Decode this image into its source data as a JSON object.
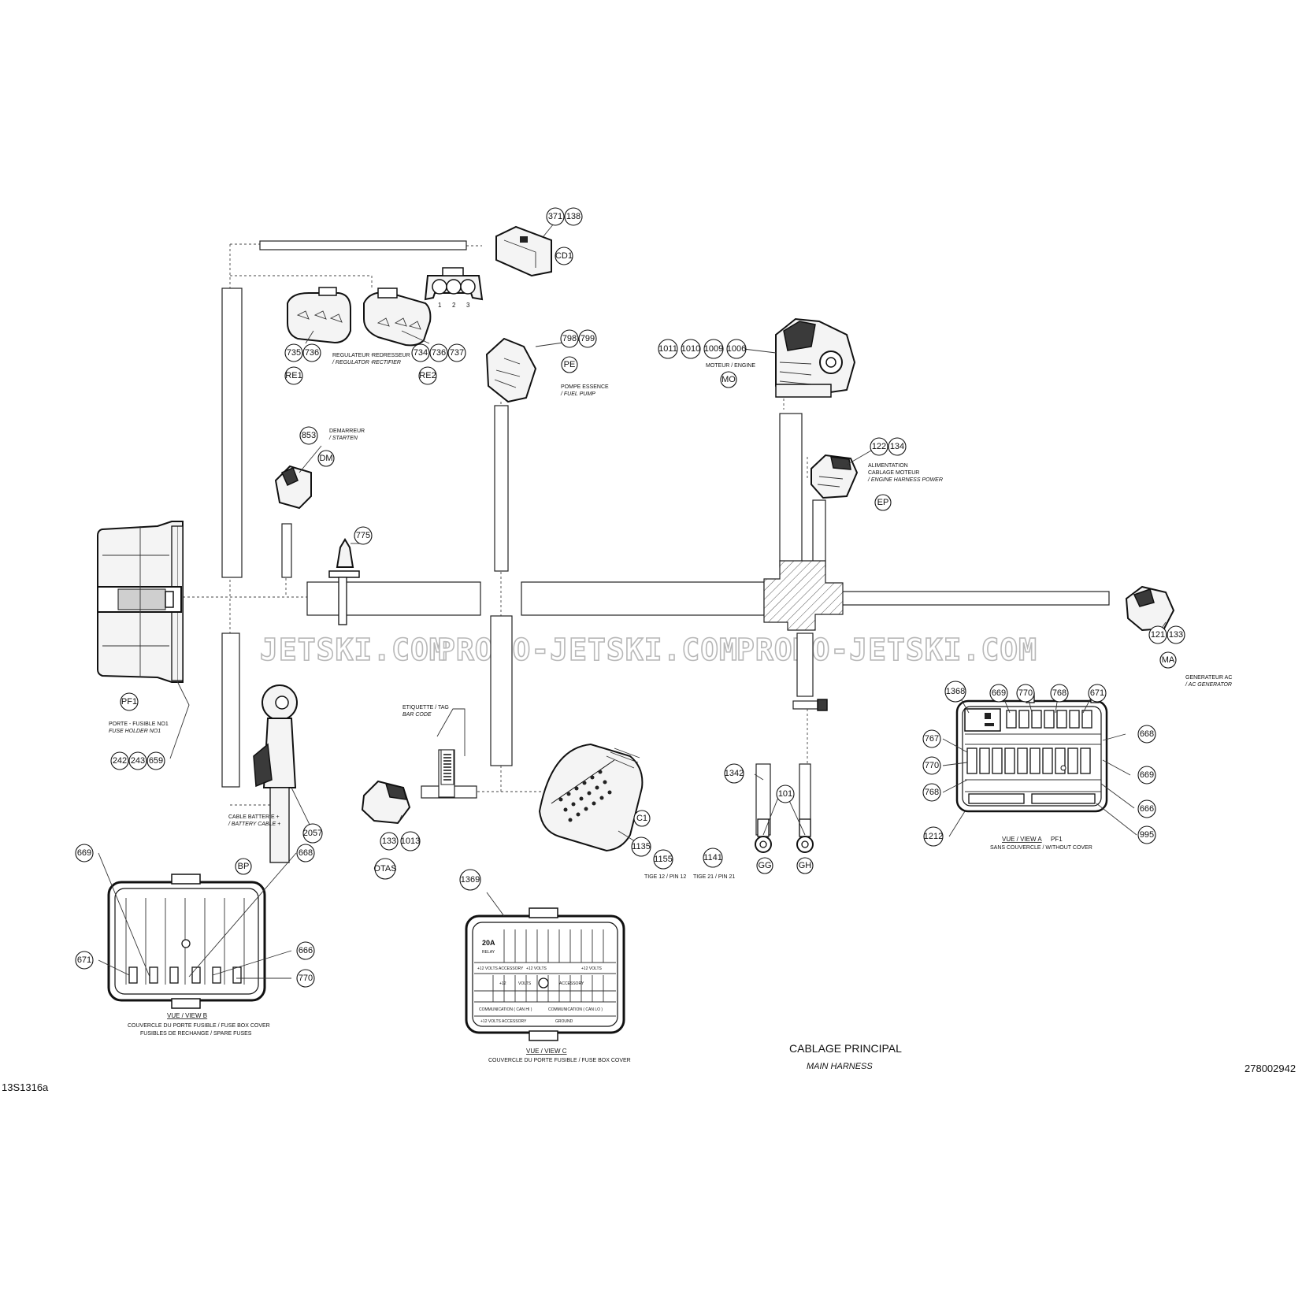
{
  "watermark": [
    "JETSKI.COM",
    "PROMO-JETSKI.COM",
    "PROMO-JETSKI.COM"
  ],
  "title": "CABLAGE PRINCIPAL",
  "subtitle": "MAIN HARNESS",
  "figure_code": "13S1316a",
  "part_number": "278002942",
  "connector_pins": [
    "1",
    "2",
    "3"
  ],
  "labels": {
    "regulator_fr": "REGULATEUR -",
    "regulator_en": "/ REGULATOR -",
    "rectifier_fr": "REDRESSEUR",
    "rectifier_en": "RECTIFIER",
    "starter_fr": "DEMARREUR",
    "starter_en": "/ STARTEN",
    "fuel_pump_fr": "POMPE ESSENCE",
    "fuel_pump_en": "/ FUEL PUMP",
    "engine_fr": "MOTEUR / ENGINE",
    "power_fr_1": "ALIMENTATION",
    "power_fr_2": "CABLAGE MOTEUR",
    "power_en": "/ ENGINE HARNESS POWER",
    "generator_fr": "GENERATEUR AC",
    "generator_en": "/ AC GENERATOR",
    "fuse_holder_fr": "PORTE - FUSIBLE NO1",
    "fuse_holder_en": "FUSE HOLDER NO1",
    "battery_fr": "CABLE BATTERIE +",
    "battery_en": "/ BATTERY CABLE +",
    "tag_fr": "ETIQUETTE / TAG",
    "tag_en": "BAR CODE",
    "pin12": "TIGE 12 / PIN 12",
    "pin21": "TIGE 21 / PIN 21",
    "view_a": "VUE / VIEW A",
    "view_a_pf": "PF1",
    "view_a_sub": "SANS COUVERCLE / WITHOUT COVER",
    "view_b": "VUE / VIEW B",
    "view_b_1": "COUVERCLE DU PORTE FUSIBLE / FUSE BOX COVER",
    "view_b_2": "FUSIBLES DE RECHANGE / SPARE FUSES",
    "view_c": "VUE / VIEW C",
    "view_c_1": "COUVERCLE DU PORTE FUSIBLE / FUSE BOX COVER"
  },
  "fuse_cover_c": {
    "relay": "20A",
    "relay_sub": "RELAY",
    "accessory": "+12 VOLTS ACCESSORY",
    "volts_a": "+12 VOLTS",
    "volts_b": "+12 VOLTS",
    "volts_c": "+12",
    "volts_d": "VOLTS",
    "acc2": "ACCESSORY",
    "comm_hi": "COMMUNICATION ( CAN HI )",
    "comm_lo": "COMMUNICATION ( CAN LO )",
    "acc3": "+12 VOLTS ACCESSORY",
    "ground": "GROUND"
  },
  "callouts": {
    "c371": "371",
    "c138": "138",
    "c735": "735",
    "c736a": "736",
    "c734": "734",
    "c736b": "736",
    "c737": "737",
    "c798": "798",
    "c799": "799",
    "c1011": "1011",
    "c1010": "1010",
    "c1009": "1009",
    "c1006": "1006",
    "c853": "853",
    "c122": "122",
    "c134": "134",
    "c775": "775",
    "c121": "121",
    "c133a": "133",
    "c242": "242",
    "c243": "243",
    "c659": "659",
    "c2057": "2057",
    "c133b": "133",
    "c1013": "1013",
    "c1135": "1135",
    "c1155": "1155",
    "c1141": "1141",
    "c1342": "1342",
    "c101": "101",
    "c1368": "1368",
    "c669a": "669",
    "c770a": "770",
    "c768a": "768",
    "c671a": "671",
    "c767": "767",
    "c770b": "770",
    "c768b": "768",
    "c1212": "1212",
    "c668a": "668",
    "c669b": "669",
    "c666a": "666",
    "c995": "995",
    "c669c": "669",
    "c671b": "671",
    "c668b": "668",
    "c666b": "666",
    "c770c": "770",
    "c1369": "1369"
  },
  "connectors": {
    "cd1": "CD1",
    "re1": "RE1",
    "re2": "RE2",
    "pe": "PE",
    "mo": "MO",
    "dm": "DM",
    "ep": "EP",
    "ma": "MA",
    "pf1": "PF1",
    "bp": "BP",
    "otas": "OTAS",
    "c1": "C1",
    "gg": "GG",
    "gh": "GH"
  }
}
